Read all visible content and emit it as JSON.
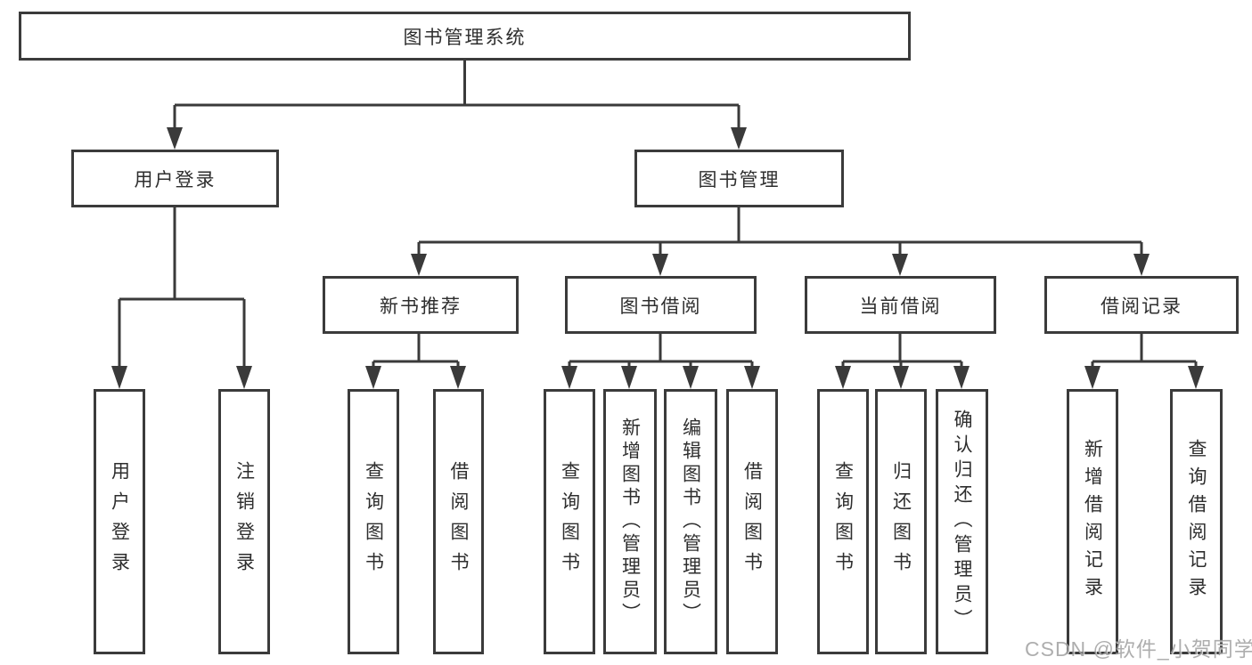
{
  "title": "图书管理系统",
  "colors": {
    "line": "#3a3a3a",
    "border": "#3b3b3b",
    "text": "#2e2e2e",
    "background": "#ffffff",
    "watermark": "#a0a0a0"
  },
  "nodes": {
    "root": {
      "label": "图书管理系统"
    },
    "level2": [
      {
        "label": "用户登录"
      },
      {
        "label": "图书管理"
      }
    ],
    "level3": [
      {
        "label": "新书推荐"
      },
      {
        "label": "图书借阅"
      },
      {
        "label": "当前借阅"
      },
      {
        "label": "借阅记录"
      }
    ],
    "leaves": {
      "user_login": [
        "用户登录",
        "注销登录"
      ],
      "new_book_recommend": [
        "查询图书",
        "借阅图书"
      ],
      "book_borrow": [
        "查询图书",
        "新增图书（管理员）",
        "编辑图书（管理员）",
        "借阅图书"
      ],
      "current_borrow": [
        "查询图书",
        "归还图书",
        "确认归还（管理员）"
      ],
      "borrow_record": [
        "新增借阅记录",
        "查询借阅记录"
      ]
    }
  },
  "watermark": "CSDN @软件_小贺同学"
}
